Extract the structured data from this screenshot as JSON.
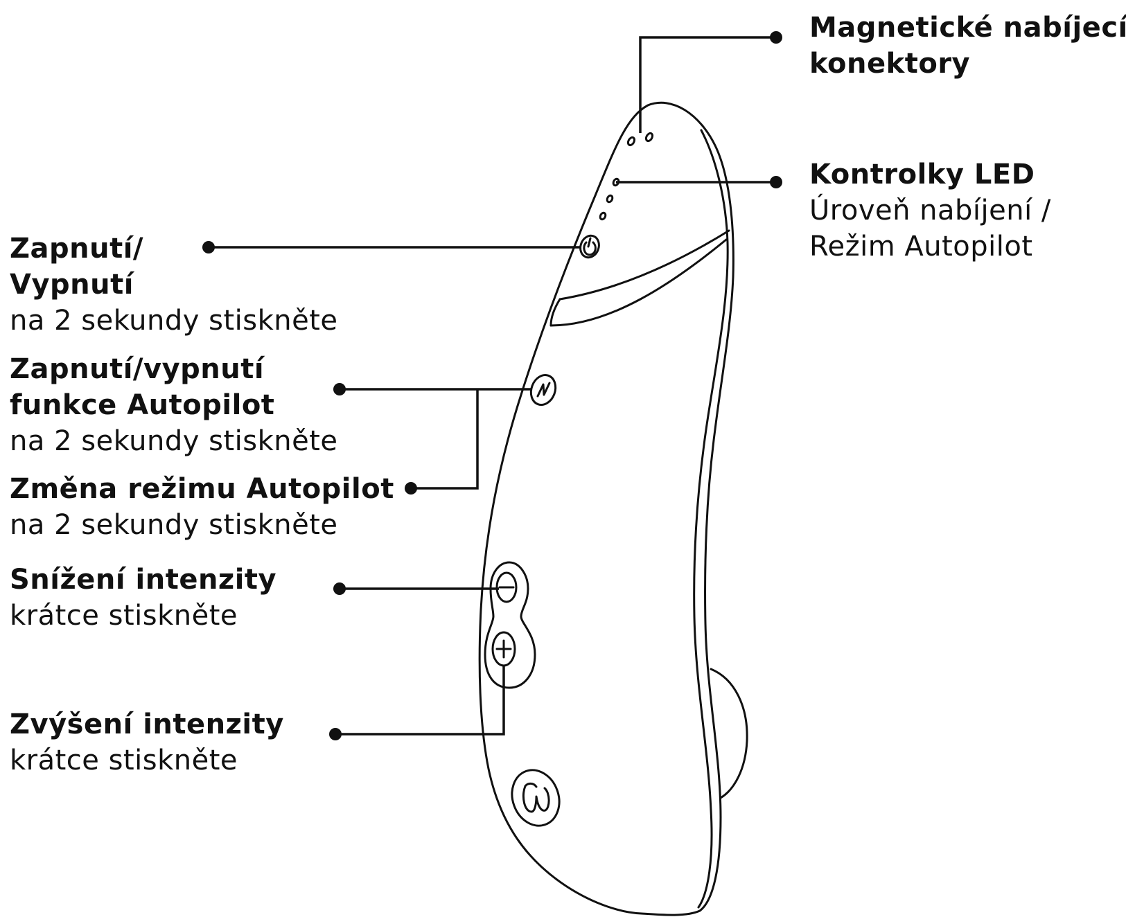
{
  "colors": {
    "line": "#111111",
    "background": "#ffffff"
  },
  "labels": {
    "charging": {
      "title_line1": "Magnetické nabíjecí",
      "title_line2": "konektory"
    },
    "led": {
      "title": "Kontrolky LED",
      "desc_line1": "Úroveň nabíjení /",
      "desc_line2": "Režim Autopilot"
    },
    "power": {
      "title_line1": "Zapnutí/",
      "title_line2": "Vypnutí",
      "desc": "na 2 sekundy stiskněte"
    },
    "autopilot_toggle": {
      "title_line1": "Zapnutí/vypnutí",
      "title_line2": "funkce Autopilot",
      "desc": "na 2 sekundy stiskněte"
    },
    "autopilot_mode": {
      "title": "Změna režimu Autopilot",
      "desc": "na 2 sekundy stiskněte"
    },
    "decrease": {
      "title": "Snížení intenzity",
      "desc": "krátce stiskněte"
    },
    "increase": {
      "title": "Zvýšení intenzity",
      "desc": "krátce stiskněte"
    }
  },
  "icons": {
    "power": "power-icon",
    "autopilot": "autopilot-icon",
    "minus": "minus-icon",
    "plus": "plus-icon",
    "logo": "brand-logo-icon"
  }
}
